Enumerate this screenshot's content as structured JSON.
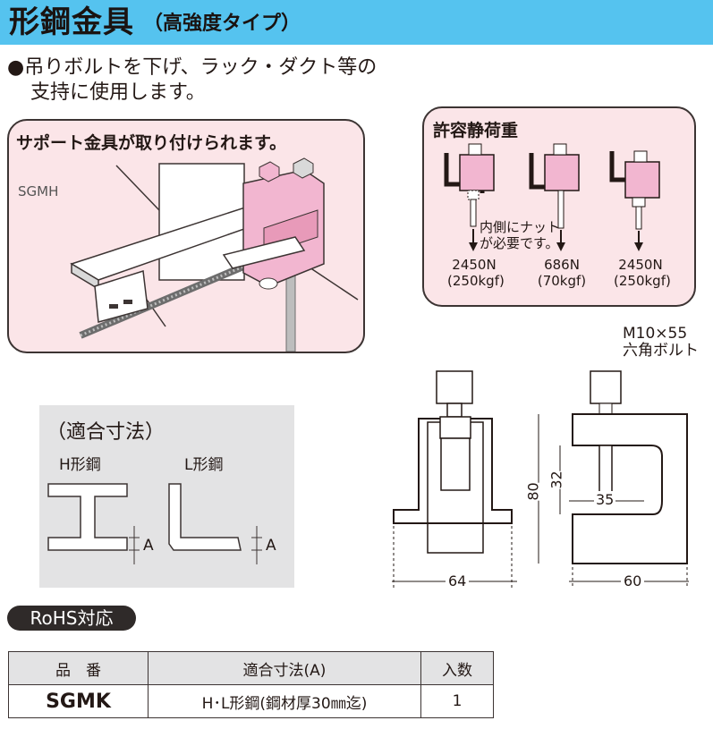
{
  "header": {
    "title": "形鋼金具",
    "subtitle": "（高強度タイプ）"
  },
  "description": {
    "bullet": "●",
    "line1": "吊りボルトを下げ、ラック・ダクト等の",
    "line2": "支持に使用します。"
  },
  "support_panel": {
    "title": "サポート金具が取り付けられます。",
    "label": "SGMH"
  },
  "load_panel": {
    "title": "許容静荷重",
    "note_line1": "内側にナット",
    "note_line2": "が必要です。",
    "loads": [
      {
        "n": "2450N",
        "kgf": "(250kgf)"
      },
      {
        "n": "686N",
        "kgf": "(70kgf)"
      },
      {
        "n": "2450N",
        "kgf": "(250kgf)"
      }
    ]
  },
  "fit_panel": {
    "title": "（適合寸法）",
    "h_label": "H形鋼",
    "l_label": "L形鋼",
    "dim_a": "A"
  },
  "drawing": {
    "bolt_line1": "M10×55",
    "bolt_line2": "六角ボルト",
    "dims": {
      "w64": "64",
      "w60": "60",
      "h80": "80",
      "h32": "32",
      "w35": "35"
    }
  },
  "badge": "RoHS対応",
  "table": {
    "headers": [
      "品　番",
      "適合寸法(A)",
      "入数"
    ],
    "rows": [
      {
        "code": "SGMK",
        "fit": "H･L形鋼(鋼材厚30㎜迄)",
        "qty": "1"
      }
    ]
  },
  "colors": {
    "header_bg": "#55c3ef",
    "panel_pink": "#fbe5e8",
    "part_pink": "#f2b6d0",
    "gray_panel": "#e3e3e4"
  }
}
